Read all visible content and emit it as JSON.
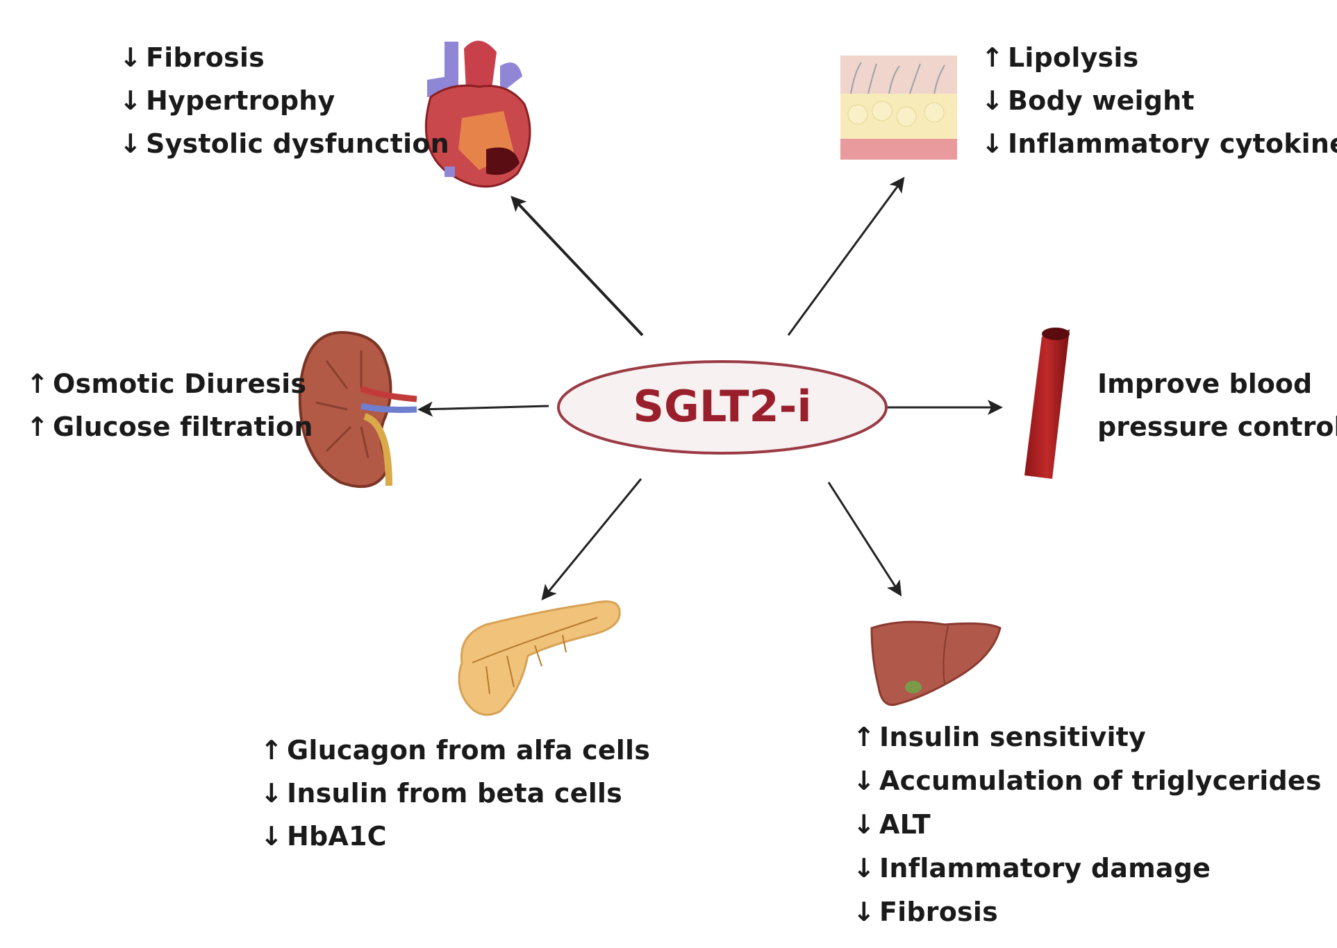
{
  "center": {
    "label": "SGLT2-i"
  },
  "heart": {
    "icon": "heart-icon",
    "effects": [
      {
        "direction": "down",
        "text": "Fibrosis"
      },
      {
        "direction": "down",
        "text": "Hypertrophy"
      },
      {
        "direction": "down",
        "text": "Systolic dysfunction"
      }
    ]
  },
  "adipose": {
    "icon": "adipose-tissue-icon",
    "effects": [
      {
        "direction": "up",
        "text": "Lipolysis"
      },
      {
        "direction": "down",
        "text": "Body weight"
      },
      {
        "direction": "down",
        "text": "Inflammatory cytokines"
      }
    ]
  },
  "kidney": {
    "icon": "kidney-icon",
    "effects": [
      {
        "direction": "up",
        "text": "Osmotic Diuresis"
      },
      {
        "direction": "up",
        "text": "Glucose filtration"
      }
    ]
  },
  "vessel": {
    "icon": "blood-vessel-icon",
    "lines": [
      "Improve blood",
      "pressure control"
    ]
  },
  "pancreas": {
    "icon": "pancreas-icon",
    "effects": [
      {
        "direction": "up",
        "text": "Glucagon from alfa cells"
      },
      {
        "direction": "down",
        "text": "Insulin from beta cells"
      },
      {
        "direction": "down",
        "text": "HbA1C"
      }
    ]
  },
  "liver": {
    "icon": "liver-icon",
    "effects": [
      {
        "direction": "up",
        "text": "Insulin sensitivity"
      },
      {
        "direction": "down",
        "text": "Accumulation of triglycerides"
      },
      {
        "direction": "down",
        "text": "ALT"
      },
      {
        "direction": "down",
        "text": "Inflammatory damage"
      },
      {
        "direction": "down",
        "text": "Fibrosis"
      }
    ]
  },
  "arrow_symbols": {
    "up": "🠕",
    "down": "🠗"
  },
  "colors": {
    "center_text": "#9a1f2c",
    "ellipse_fill": "#f7f1f1",
    "ellipse_stroke": "#9a3a44",
    "arrow": "#222222"
  }
}
